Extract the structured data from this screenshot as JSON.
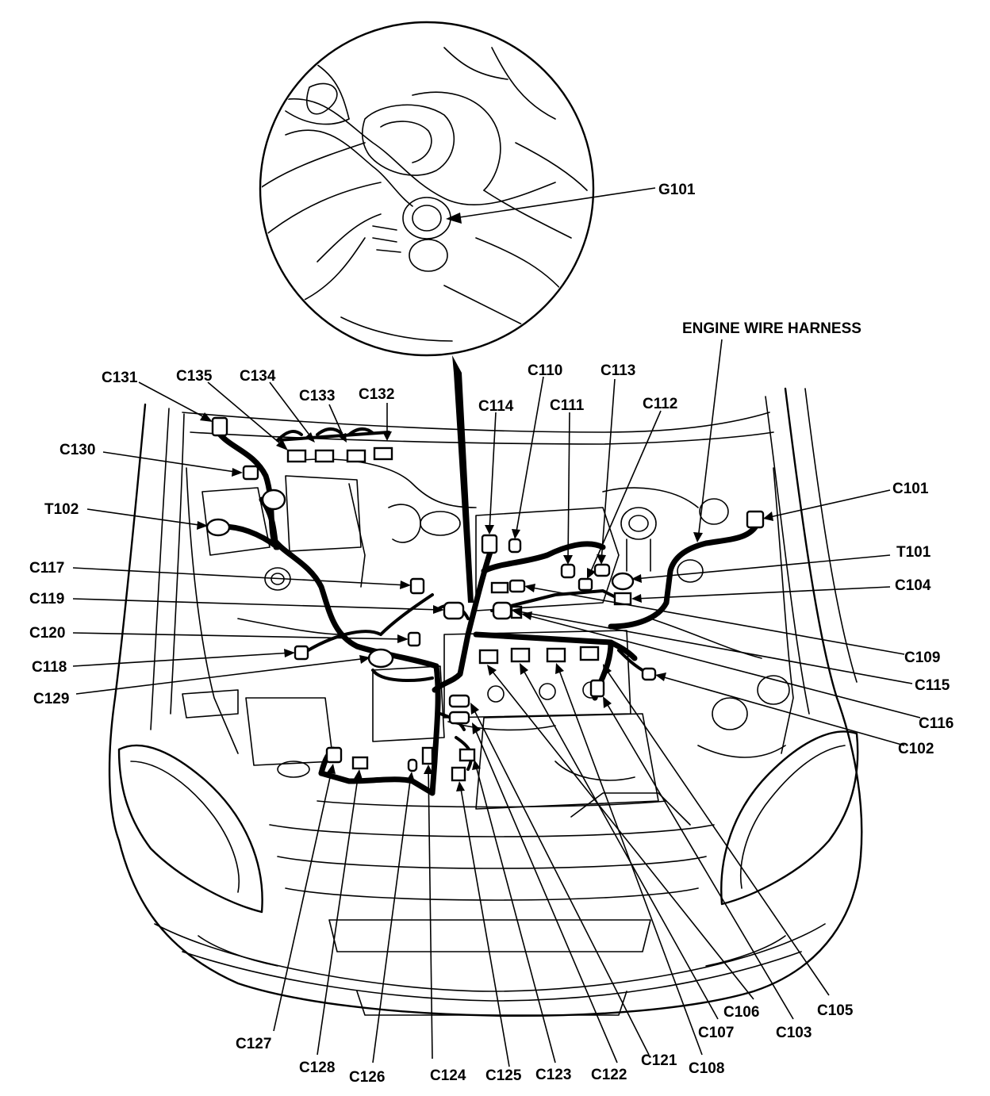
{
  "diagram": {
    "harness_label": "ENGINE WIRE HARNESS",
    "detail_label": "G101",
    "labels": {
      "C131": "C131",
      "C135": "C135",
      "C134": "C134",
      "C133": "C133",
      "C132": "C132",
      "C130": "C130",
      "T102": "T102",
      "C117": "C117",
      "C119": "C119",
      "C120": "C120",
      "C118": "C118",
      "C129": "C129",
      "C114": "C114",
      "C110": "C110",
      "C111": "C111",
      "C113": "C113",
      "C112": "C112",
      "C101": "C101",
      "T101": "T101",
      "C104": "C104",
      "C109": "C109",
      "C115": "C115",
      "C116": "C116",
      "C102": "C102",
      "C105": "C105",
      "C106": "C106",
      "C103": "C103",
      "C107": "C107",
      "C108": "C108",
      "C121": "C121",
      "C122": "C122",
      "C123": "C123",
      "C125": "C125",
      "C124": "C124",
      "C126": "C126",
      "C128": "C128",
      "C127": "C127"
    }
  }
}
